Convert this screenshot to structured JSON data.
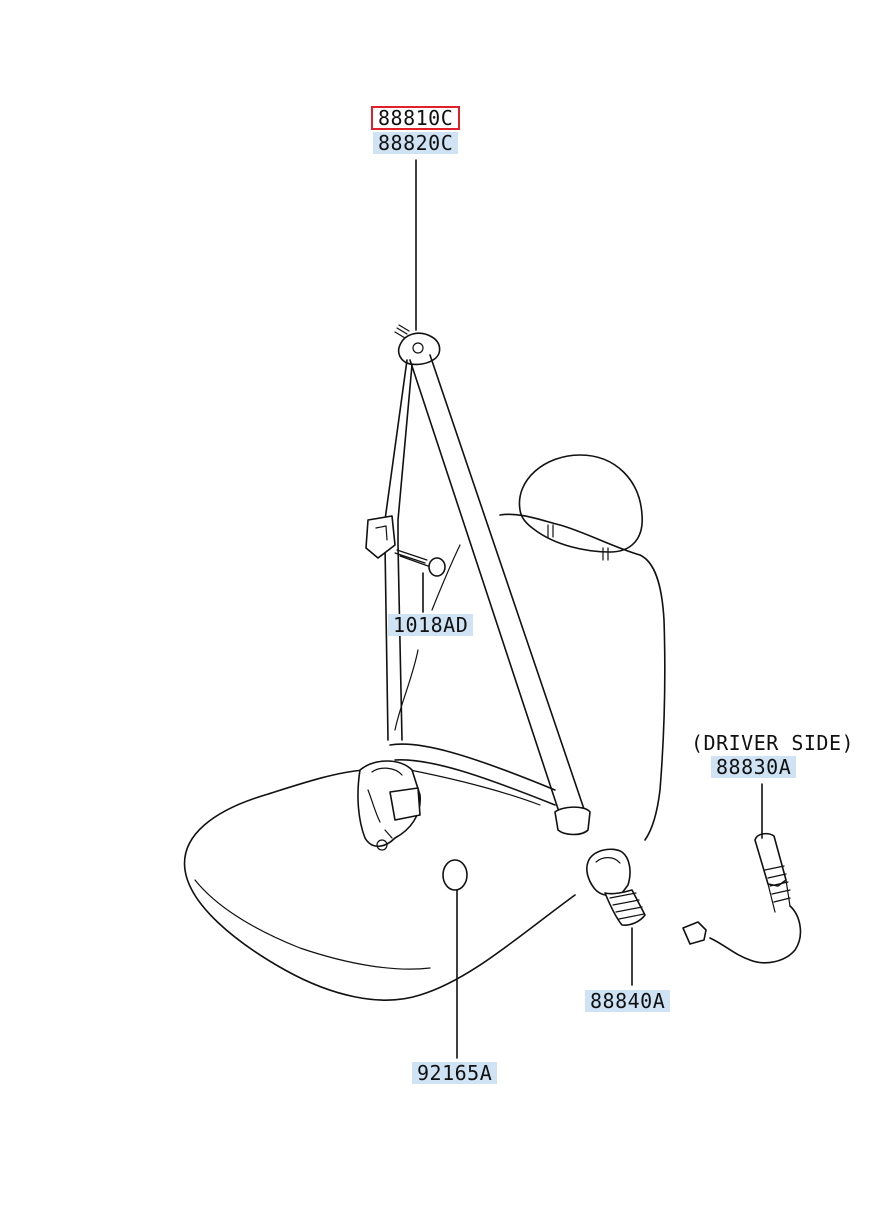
{
  "labels": {
    "part_88810c": "88810C",
    "part_88820c": "88820C",
    "part_1018ad": "1018AD",
    "driver_side_note": "(DRIVER SIDE)",
    "part_88830a": "88830A",
    "part_88840a": "88840A",
    "part_92165a": "92165A"
  },
  "colors": {
    "label_background": "#cfe3f5",
    "highlight_border": "#e0202a",
    "line": "#111111"
  }
}
